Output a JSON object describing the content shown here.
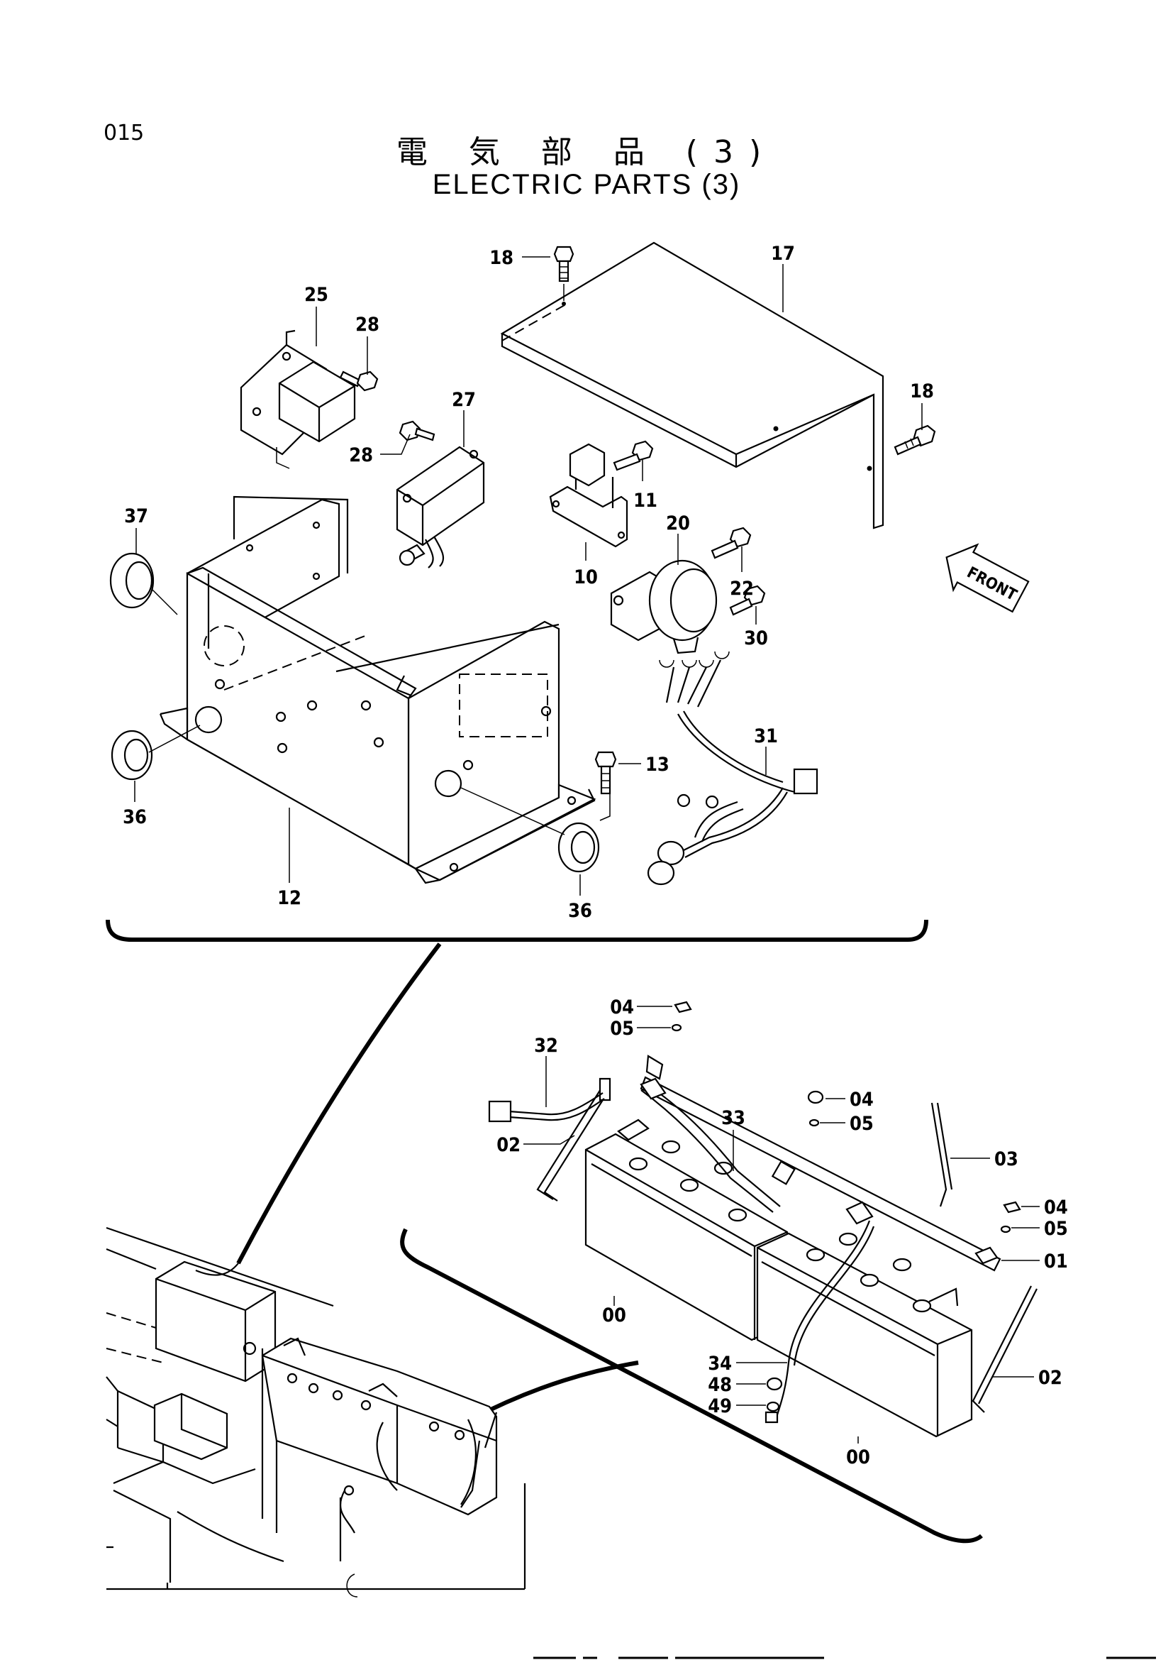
{
  "header": {
    "page_code": "015",
    "title_jp": "電 気 部 品 (3)",
    "title_en": "ELECTRIC PARTS (3)"
  },
  "front_label": "FRONT",
  "callouts": [
    {
      "id": "c18a",
      "label": "18"
    },
    {
      "id": "c17",
      "label": "17"
    },
    {
      "id": "c25",
      "label": "25"
    },
    {
      "id": "c28a",
      "label": "28"
    },
    {
      "id": "c27",
      "label": "27"
    },
    {
      "id": "c28b",
      "label": "28"
    },
    {
      "id": "c11",
      "label": "11"
    },
    {
      "id": "c18b",
      "label": "18"
    },
    {
      "id": "c37",
      "label": "37"
    },
    {
      "id": "c10",
      "label": "10"
    },
    {
      "id": "c20",
      "label": "20"
    },
    {
      "id": "c22",
      "label": "22"
    },
    {
      "id": "c30",
      "label": "30"
    },
    {
      "id": "c31",
      "label": "31"
    },
    {
      "id": "c13",
      "label": "13"
    },
    {
      "id": "c36a",
      "label": "36"
    },
    {
      "id": "c12",
      "label": "12"
    },
    {
      "id": "c36b",
      "label": "36"
    },
    {
      "id": "c04a",
      "label": "04"
    },
    {
      "id": "c05a",
      "label": "05"
    },
    {
      "id": "c32",
      "label": "32"
    },
    {
      "id": "c33",
      "label": "33"
    },
    {
      "id": "c04b",
      "label": "04"
    },
    {
      "id": "c05b",
      "label": "05"
    },
    {
      "id": "c02a",
      "label": "02"
    },
    {
      "id": "c03",
      "label": "03"
    },
    {
      "id": "c04c",
      "label": "04"
    },
    {
      "id": "c05c",
      "label": "05"
    },
    {
      "id": "c01",
      "label": "01"
    },
    {
      "id": "c00a",
      "label": "00"
    },
    {
      "id": "c34",
      "label": "34"
    },
    {
      "id": "c48",
      "label": "48"
    },
    {
      "id": "c49",
      "label": "49"
    },
    {
      "id": "c02b",
      "label": "02"
    },
    {
      "id": "c00b",
      "label": "00"
    }
  ]
}
